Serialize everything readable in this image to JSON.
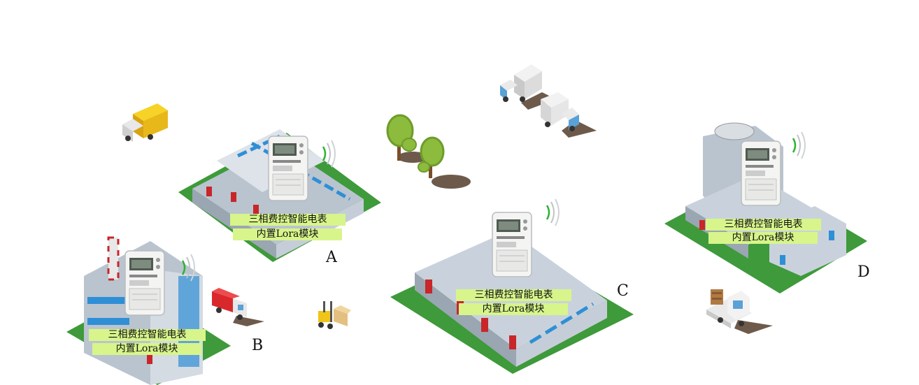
{
  "sites": [
    {
      "id": "A",
      "letter": "A",
      "line1": "三相费控智能电表",
      "line2": "内置Lora模块"
    },
    {
      "id": "B",
      "letter": "B",
      "line1": "三相费控智能电表",
      "line2": "内置Lora模块"
    },
    {
      "id": "C",
      "letter": "C",
      "line1": "三相费控智能电表",
      "line2": "内置Lora模块"
    },
    {
      "id": "D",
      "letter": "D",
      "line1": "三相费控智能电表",
      "line2": "内置Lora模块"
    }
  ],
  "colors": {
    "grass": "#3e9a3a",
    "roof": "#c9d2dc",
    "window": "#2f8fd6",
    "door": "#c8262a",
    "label_bg": "#d7f58a",
    "signal": "#2fb12f"
  }
}
